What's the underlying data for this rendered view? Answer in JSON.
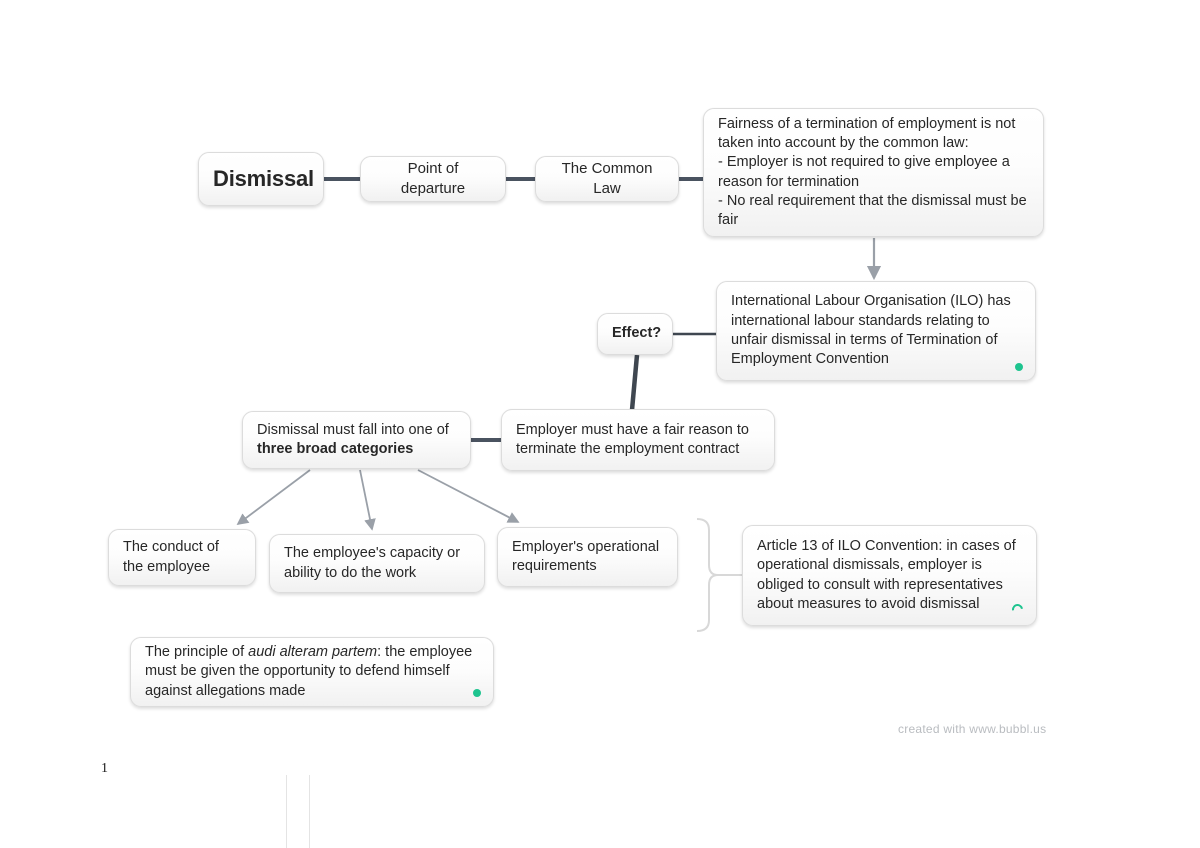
{
  "document": {
    "page_number": "1",
    "watermark": "created with www.bubbl.us"
  },
  "colors": {
    "node_border": "#dcdcdc",
    "node_fill_top": "#ffffff",
    "node_fill_bottom": "#f1f1f1",
    "text": "#272727",
    "connector_dark": "#4a5360",
    "connector_gray": "#9aa0a8",
    "bracket_gray": "#d8d8d8",
    "status_dot": "#1ec48f",
    "watermark_text": "#b9bcc0"
  },
  "nodes": {
    "root": {
      "label": "Dismissal"
    },
    "departure": {
      "label": "Point of departure"
    },
    "common_law": {
      "label": "The Common Law"
    },
    "fairness": {
      "label": "Fairness of a termination of employment is not taken into account by the common law:\n- Employer is not required to give employee a reason for termination\n- No real requirement that the dismissal must be fair"
    },
    "ilo": {
      "label": "International Labour Organisation (ILO) has international labour standards relating to unfair dismissal in terms of Termination of Employment Convention",
      "marker": "status-dot"
    },
    "effect": {
      "label": "Effect?"
    },
    "categories": {
      "line1": "Dismissal must fall into one of ",
      "line2_bold": "three broad categories"
    },
    "fair_reason": {
      "label": "Employer must have a fair reason to terminate the employment contract"
    },
    "conduct": {
      "label": "The conduct of the employee"
    },
    "capacity": {
      "label": "The employee's capacity or ability to do the work"
    },
    "operational": {
      "label": "Employer's operational requirements"
    },
    "article13": {
      "label": "Article 13 of ILO Convention: in cases of operational dismissals, employer is obliged to consult with representatives about measures to avoid dismissal",
      "marker": "status-arc"
    },
    "audi": {
      "prefix": "The principle of ",
      "italic": "audi alteram partem",
      "suffix": ": the employee must be given the opportunity to defend himself against allegations made",
      "marker": "status-dot"
    }
  },
  "connectors": [
    {
      "from": "root",
      "to": "departure",
      "style": "thick-dark-line"
    },
    {
      "from": "departure",
      "to": "common_law",
      "style": "thick-dark-line"
    },
    {
      "from": "common_law",
      "to": "fairness",
      "style": "thick-dark-line"
    },
    {
      "from": "fairness",
      "to": "ilo",
      "style": "gray-arrow-down"
    },
    {
      "from": "effect",
      "to": "ilo",
      "style": "thin-dark-line"
    },
    {
      "from": "effect",
      "to": "fair_reason",
      "style": "thick-dark-line"
    },
    {
      "from": "categories",
      "to": "fair_reason",
      "style": "thick-dark-line"
    },
    {
      "from": "categories",
      "to": "conduct",
      "style": "gray-arrow"
    },
    {
      "from": "categories",
      "to": "capacity",
      "style": "gray-arrow"
    },
    {
      "from": "categories",
      "to": "operational",
      "style": "gray-arrow"
    },
    {
      "from": "operational",
      "to": "article13",
      "style": "gray-bracket"
    }
  ]
}
